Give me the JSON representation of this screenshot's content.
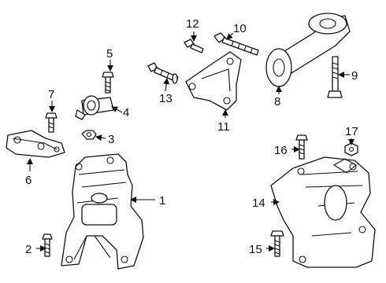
{
  "diagram": {
    "callouts": [
      {
        "id": "1",
        "label": "1"
      },
      {
        "id": "2",
        "label": "2"
      },
      {
        "id": "3",
        "label": "3"
      },
      {
        "id": "4",
        "label": "4"
      },
      {
        "id": "5",
        "label": "5"
      },
      {
        "id": "6",
        "label": "6"
      },
      {
        "id": "7",
        "label": "7"
      },
      {
        "id": "8",
        "label": "8"
      },
      {
        "id": "9",
        "label": "9"
      },
      {
        "id": "10",
        "label": "10"
      },
      {
        "id": "11",
        "label": "11"
      },
      {
        "id": "12",
        "label": "12"
      },
      {
        "id": "13",
        "label": "13"
      },
      {
        "id": "14",
        "label": "14"
      },
      {
        "id": "15",
        "label": "15"
      },
      {
        "id": "16",
        "label": "16"
      },
      {
        "id": "17",
        "label": "17"
      }
    ],
    "colors": {
      "ink": "#111111",
      "background": "#ffffff"
    }
  }
}
